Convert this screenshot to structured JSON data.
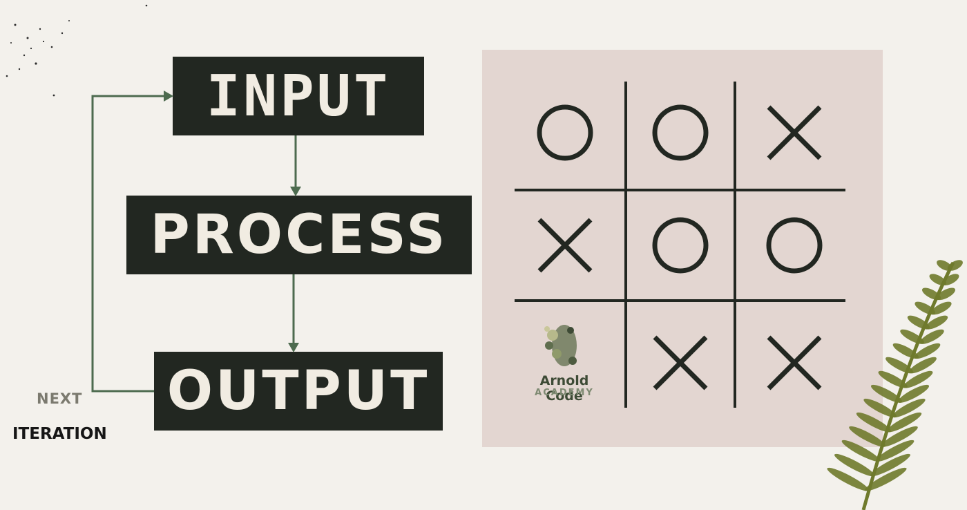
{
  "flow": {
    "input_label": "INPUT",
    "process_label": "PROCESS",
    "output_label": "OUTPUT",
    "loop_next": "NEXT",
    "loop_iteration": "ITERATION"
  },
  "board": {
    "cells": [
      "O",
      "O",
      "X",
      "X",
      "O",
      "O",
      "",
      "X",
      "X"
    ]
  },
  "logo": {
    "name": "Arnold Code",
    "sub": "ACADEMY"
  },
  "colors": {
    "background": "#f3f1ec",
    "box": "#222721",
    "box_text": "#f1ece2",
    "arrow": "#4d6b4f",
    "board": "#e3d6d1",
    "marks": "#222721",
    "fern": "#6f7a2c"
  }
}
